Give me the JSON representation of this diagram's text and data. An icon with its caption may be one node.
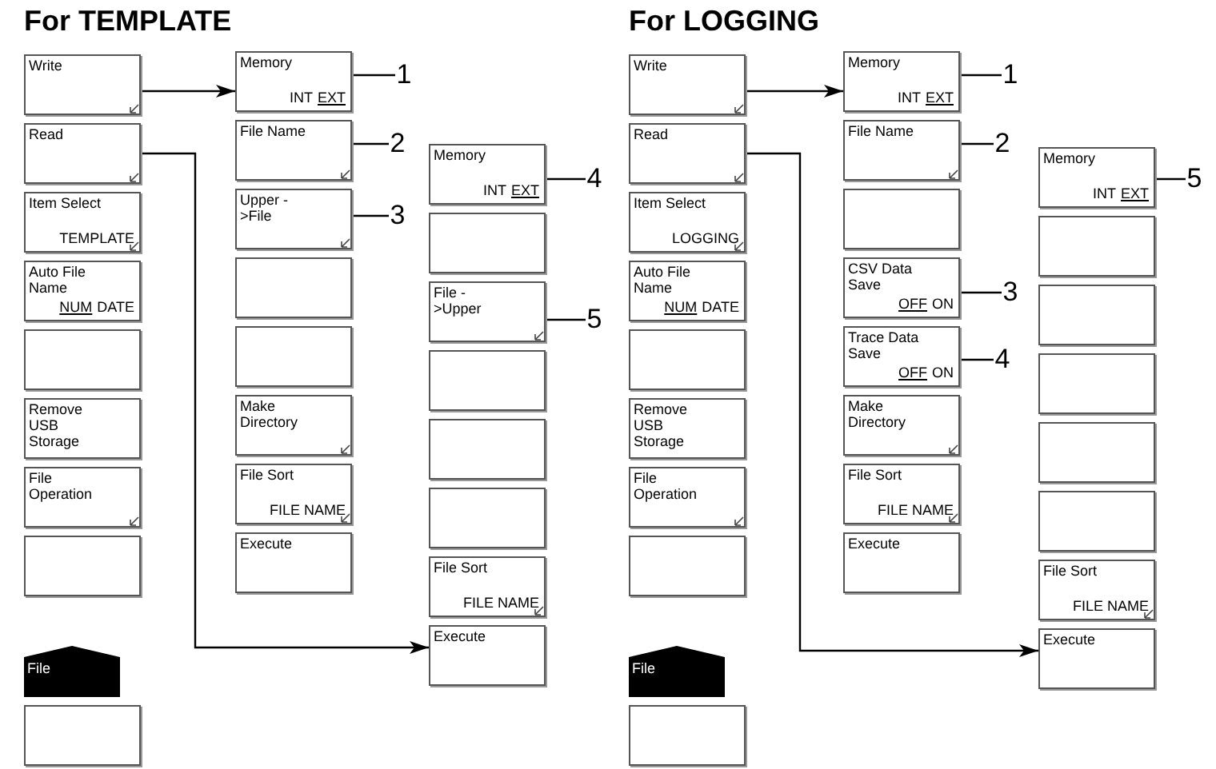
{
  "diagram": {
    "nodes": [
      {
        "text": [
          "Write"
        ]
      },
      {
        "text": [
          "Read"
        ]
      },
      {
        "text": [
          "Item Select",
          "TEMPLATE"
        ]
      },
      {
        "text": [
          "Auto File Name",
          "NUM",
          "DATE"
        ]
      },
      {
        "text": [],
        "shape": "box"
      },
      {
        "text": [
          "Remove USB Storage"
        ]
      },
      {
        "text": [
          "File Operation"
        ]
      },
      {
        "text": [],
        "shape": "box"
      },
      {
        "text": [
          "File"
        ]
      },
      {
        "text": [],
        "shape": "box"
      },
      {
        "text": [
          "Memory",
          "INT",
          "EXT"
        ]
      },
      {
        "text": [
          "File Name"
        ]
      },
      {
        "text": [
          "Upper ->File"
        ]
      },
      {
        "text": [],
        "shape": "box"
      },
      {
        "text": [],
        "shape": "box"
      },
      {
        "text": [
          "Make Directory"
        ]
      },
      {
        "text": [
          "File Sort",
          "FILE NAME"
        ]
      },
      {
        "text": [
          "Execute"
        ]
      },
      {
        "text": [
          "Memory",
          "INT",
          "EXT"
        ]
      },
      {
        "text": [],
        "shape": "box"
      },
      {
        "text": [
          "File ->Upper"
        ]
      },
      {
        "text": [],
        "shape": "box"
      },
      {
        "text": [],
        "shape": "box"
      },
      {
        "text": [],
        "shape": "box"
      },
      {
        "text": [
          "File Sort",
          "FILE NAME"
        ]
      },
      {
        "text": [
          "Execute"
        ]
      },
      {
        "text": [
          "1"
        ]
      },
      {
        "text": [
          "2"
        ]
      },
      {
        "text": [
          "3"
        ]
      },
      {
        "text": [
          "4"
        ]
      },
      {
        "text": [
          "5"
        ]
      },
      {
        "text": [
          "Write"
        ]
      },
      {
        "text": [
          "Read"
        ]
      },
      {
        "text": [
          "Item Select",
          "LOGGING"
        ]
      },
      {
        "text": [
          "Auto File Name",
          "NUM",
          "DATE"
        ]
      },
      {
        "text": [],
        "shape": "box"
      },
      {
        "text": [
          "Remove USB Storage"
        ]
      },
      {
        "text": [
          "File Operation"
        ]
      },
      {
        "text": [],
        "shape": "box"
      },
      {
        "text": [
          "File"
        ]
      },
      {
        "text": [],
        "shape": "box"
      },
      {
        "text": [
          "Memory",
          "INT",
          "EXT"
        ]
      },
      {
        "text": [
          "File Name"
        ]
      },
      {
        "text": [],
        "shape": "box"
      },
      {
        "text": [
          "CSV Data Save",
          "OFF",
          "ON"
        ]
      },
      {
        "text": [
          "Trace Data Save",
          "OFF",
          "ON"
        ]
      },
      {
        "text": [
          "Make Directory"
        ]
      },
      {
        "text": [
          "File Sort",
          "FILE NAME"
        ]
      },
      {
        "text": [
          "Execute"
        ]
      },
      {
        "text": [
          "Memory",
          "INT",
          "EXT"
        ]
      },
      {
        "text": [],
        "shape": "box"
      },
      {
        "text": [],
        "shape": "box"
      },
      {
        "text": [],
        "shape": "box"
      },
      {
        "text": [],
        "shape": "box"
      },
      {
        "text": [],
        "shape": "box"
      },
      {
        "text": [
          "File Sort",
          "FILE NAME"
        ]
      },
      {
        "text": [
          "Execute"
        ]
      },
      {
        "text": [
          "1"
        ]
      },
      {
        "text": [
          "2"
        ]
      },
      {
        "text": [
          "3"
        ]
      },
      {
        "text": [
          "4"
        ]
      },
      {
        "text": [
          "5"
        ]
      }
    ],
    "edges": [
      {
        "from": 0,
        "to": 10,
        "arrow": "to"
      },
      {
        "from": 1,
        "to": 25,
        "arrow": "to"
      },
      {
        "from": 26,
        "to": 10,
        "arrow": "none"
      },
      {
        "from": 27,
        "to": 11,
        "arrow": "none"
      },
      {
        "from": 28,
        "to": 12,
        "arrow": "none"
      },
      {
        "from": 29,
        "to": 18,
        "arrow": "none"
      },
      {
        "from": 30,
        "to": 20,
        "arrow": "none"
      },
      {
        "from": 31,
        "to": 41,
        "arrow": "to"
      },
      {
        "from": 32,
        "to": 56,
        "arrow": "to"
      },
      {
        "from": 57,
        "to": 41,
        "arrow": "none"
      },
      {
        "from": 58,
        "to": 42,
        "arrow": "none"
      },
      {
        "from": 59,
        "to": 44,
        "arrow": "none"
      },
      {
        "from": 60,
        "to": 45,
        "arrow": "none"
      },
      {
        "from": 61,
        "to": 49,
        "arrow": "none"
      }
    ],
    "labels": [
      "For TEMPLATE",
      "For LOGGING"
    ]
  }
}
